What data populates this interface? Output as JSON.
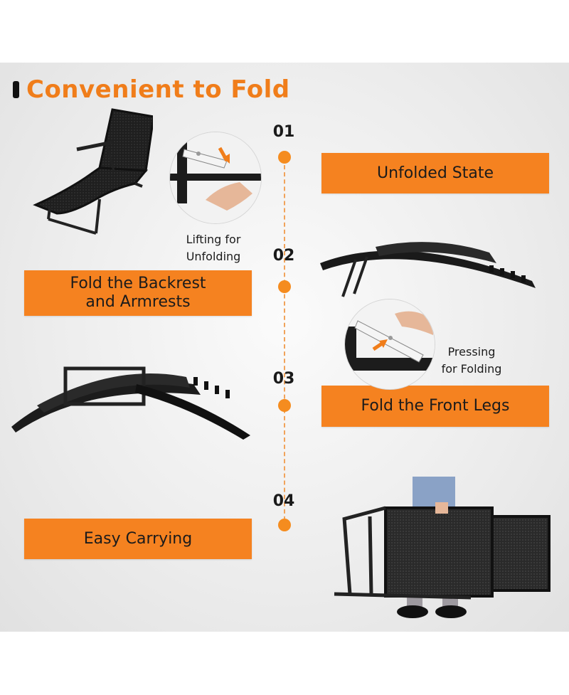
{
  "header": {
    "title": "Convenient to Fold"
  },
  "steps": [
    {
      "number": "01",
      "label": "Unfolded State",
      "caption_line1": "Lifting for",
      "caption_line2": "Unfolding"
    },
    {
      "number": "02",
      "label_line1": "Fold the Backrest",
      "label_line2": "and Armrests"
    },
    {
      "number": "03",
      "label": "Fold the Front Legs",
      "caption_line1": "Pressing",
      "caption_line2": "for Folding"
    },
    {
      "number": "04",
      "label": "Easy Carrying"
    }
  ],
  "colors": {
    "accent": "#f58220",
    "title": "#f07d1a",
    "dashed_line": "#f1a35a"
  }
}
